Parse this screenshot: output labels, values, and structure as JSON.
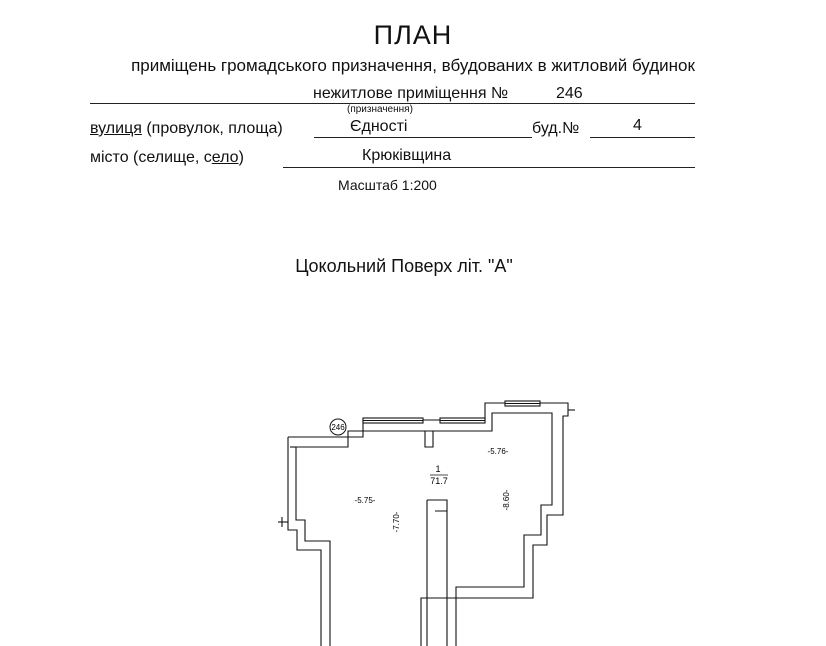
{
  "document": {
    "title": "ПЛАН",
    "subtitle": "приміщень громадського призначення, вбудованих в житловий будинок",
    "premises_text": "нежитлове приміщення №",
    "premises_number": "246",
    "purpose_note": "(призначення)",
    "street_prefix": "вулиця",
    "street_rest": " (провулок, площа)",
    "street_value": "Єдності",
    "building_label": "буд.№",
    "building_value": "4",
    "city_prefix": "місто (селище, с",
    "city_underlined": "ело",
    "city_suffix": ")",
    "city_value": "Крюківщина",
    "scale": "Масштаб 1:200",
    "floor_title": "Цокольний Поверх літ. \"А\""
  },
  "plan": {
    "marker": "246",
    "room_number": "1",
    "room_area": "71.7",
    "dim_top_right": "-5.76-",
    "dim_left": "-5.75-",
    "dim_center_vertical": "-7.70-",
    "dim_right_vertical": "-8.60-"
  }
}
